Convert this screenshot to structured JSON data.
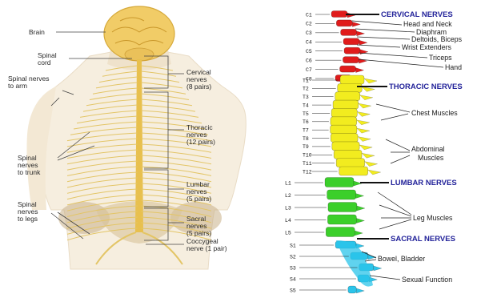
{
  "left_panel": {
    "labels": {
      "brain": "Brain",
      "spinal_cord": [
        "Spinal",
        "cord"
      ],
      "nerves_to_arm": [
        "Spinal nerves",
        "to arm"
      ],
      "nerves_to_trunk": [
        "Spinal",
        "nerves",
        "to trunk"
      ],
      "nerves_to_legs": [
        "Spinal",
        "nerves",
        "to legs"
      ],
      "cervical": [
        "Cervical",
        "nerves",
        "(8 pairs)"
      ],
      "thoracic": [
        "Thoracic",
        "nerves",
        "(12 pairs)"
      ],
      "lumbar": [
        "Lumbar",
        "nerves",
        "(5 pairs)"
      ],
      "sacral": [
        "Sacral",
        "nerves",
        "(5 pairs)"
      ],
      "coccygeal": [
        "Coccygeal",
        "nerve (1 pair)"
      ]
    }
  },
  "right_panel": {
    "headings": {
      "cervical": "CERVICAL NERVES",
      "thoracic": "THORACIC NERVES",
      "lumbar": "LUMBAR NERVES",
      "sacral": "SACRAL NERVES"
    },
    "cervical_levels": [
      "C1",
      "C2",
      "C3",
      "C4",
      "C5",
      "C6",
      "C7",
      "C8"
    ],
    "thoracic_levels": [
      "T1",
      "T2",
      "T3",
      "T4",
      "T5",
      "T6",
      "T7",
      "T8",
      "T9",
      "T10",
      "T11",
      "T12"
    ],
    "lumbar_levels": [
      "L1",
      "L2",
      "L3",
      "L4",
      "L5"
    ],
    "sacral_levels": [
      "S1",
      "S2",
      "S3",
      "S4",
      "S5"
    ],
    "functions": {
      "head_neck": "Head and Neck",
      "diaphragm": "Diaphram",
      "deltoids": "Deltoids, Biceps",
      "wrist": "Wrist Extenders",
      "triceps": "Triceps",
      "hand": "Hand",
      "chest": "Chest Muscles",
      "abdominal": [
        "Abdominal",
        "Muscles"
      ],
      "legs": "Leg Muscles",
      "bowel": "Bowel, Bladder",
      "sexual": "Sexual Function"
    },
    "colors": {
      "cervical": "#e01b1b",
      "thoracic": "#f2ec1f",
      "lumbar": "#3bcf2a",
      "sacral": "#2bc4ea",
      "heading": "#23239a"
    }
  }
}
